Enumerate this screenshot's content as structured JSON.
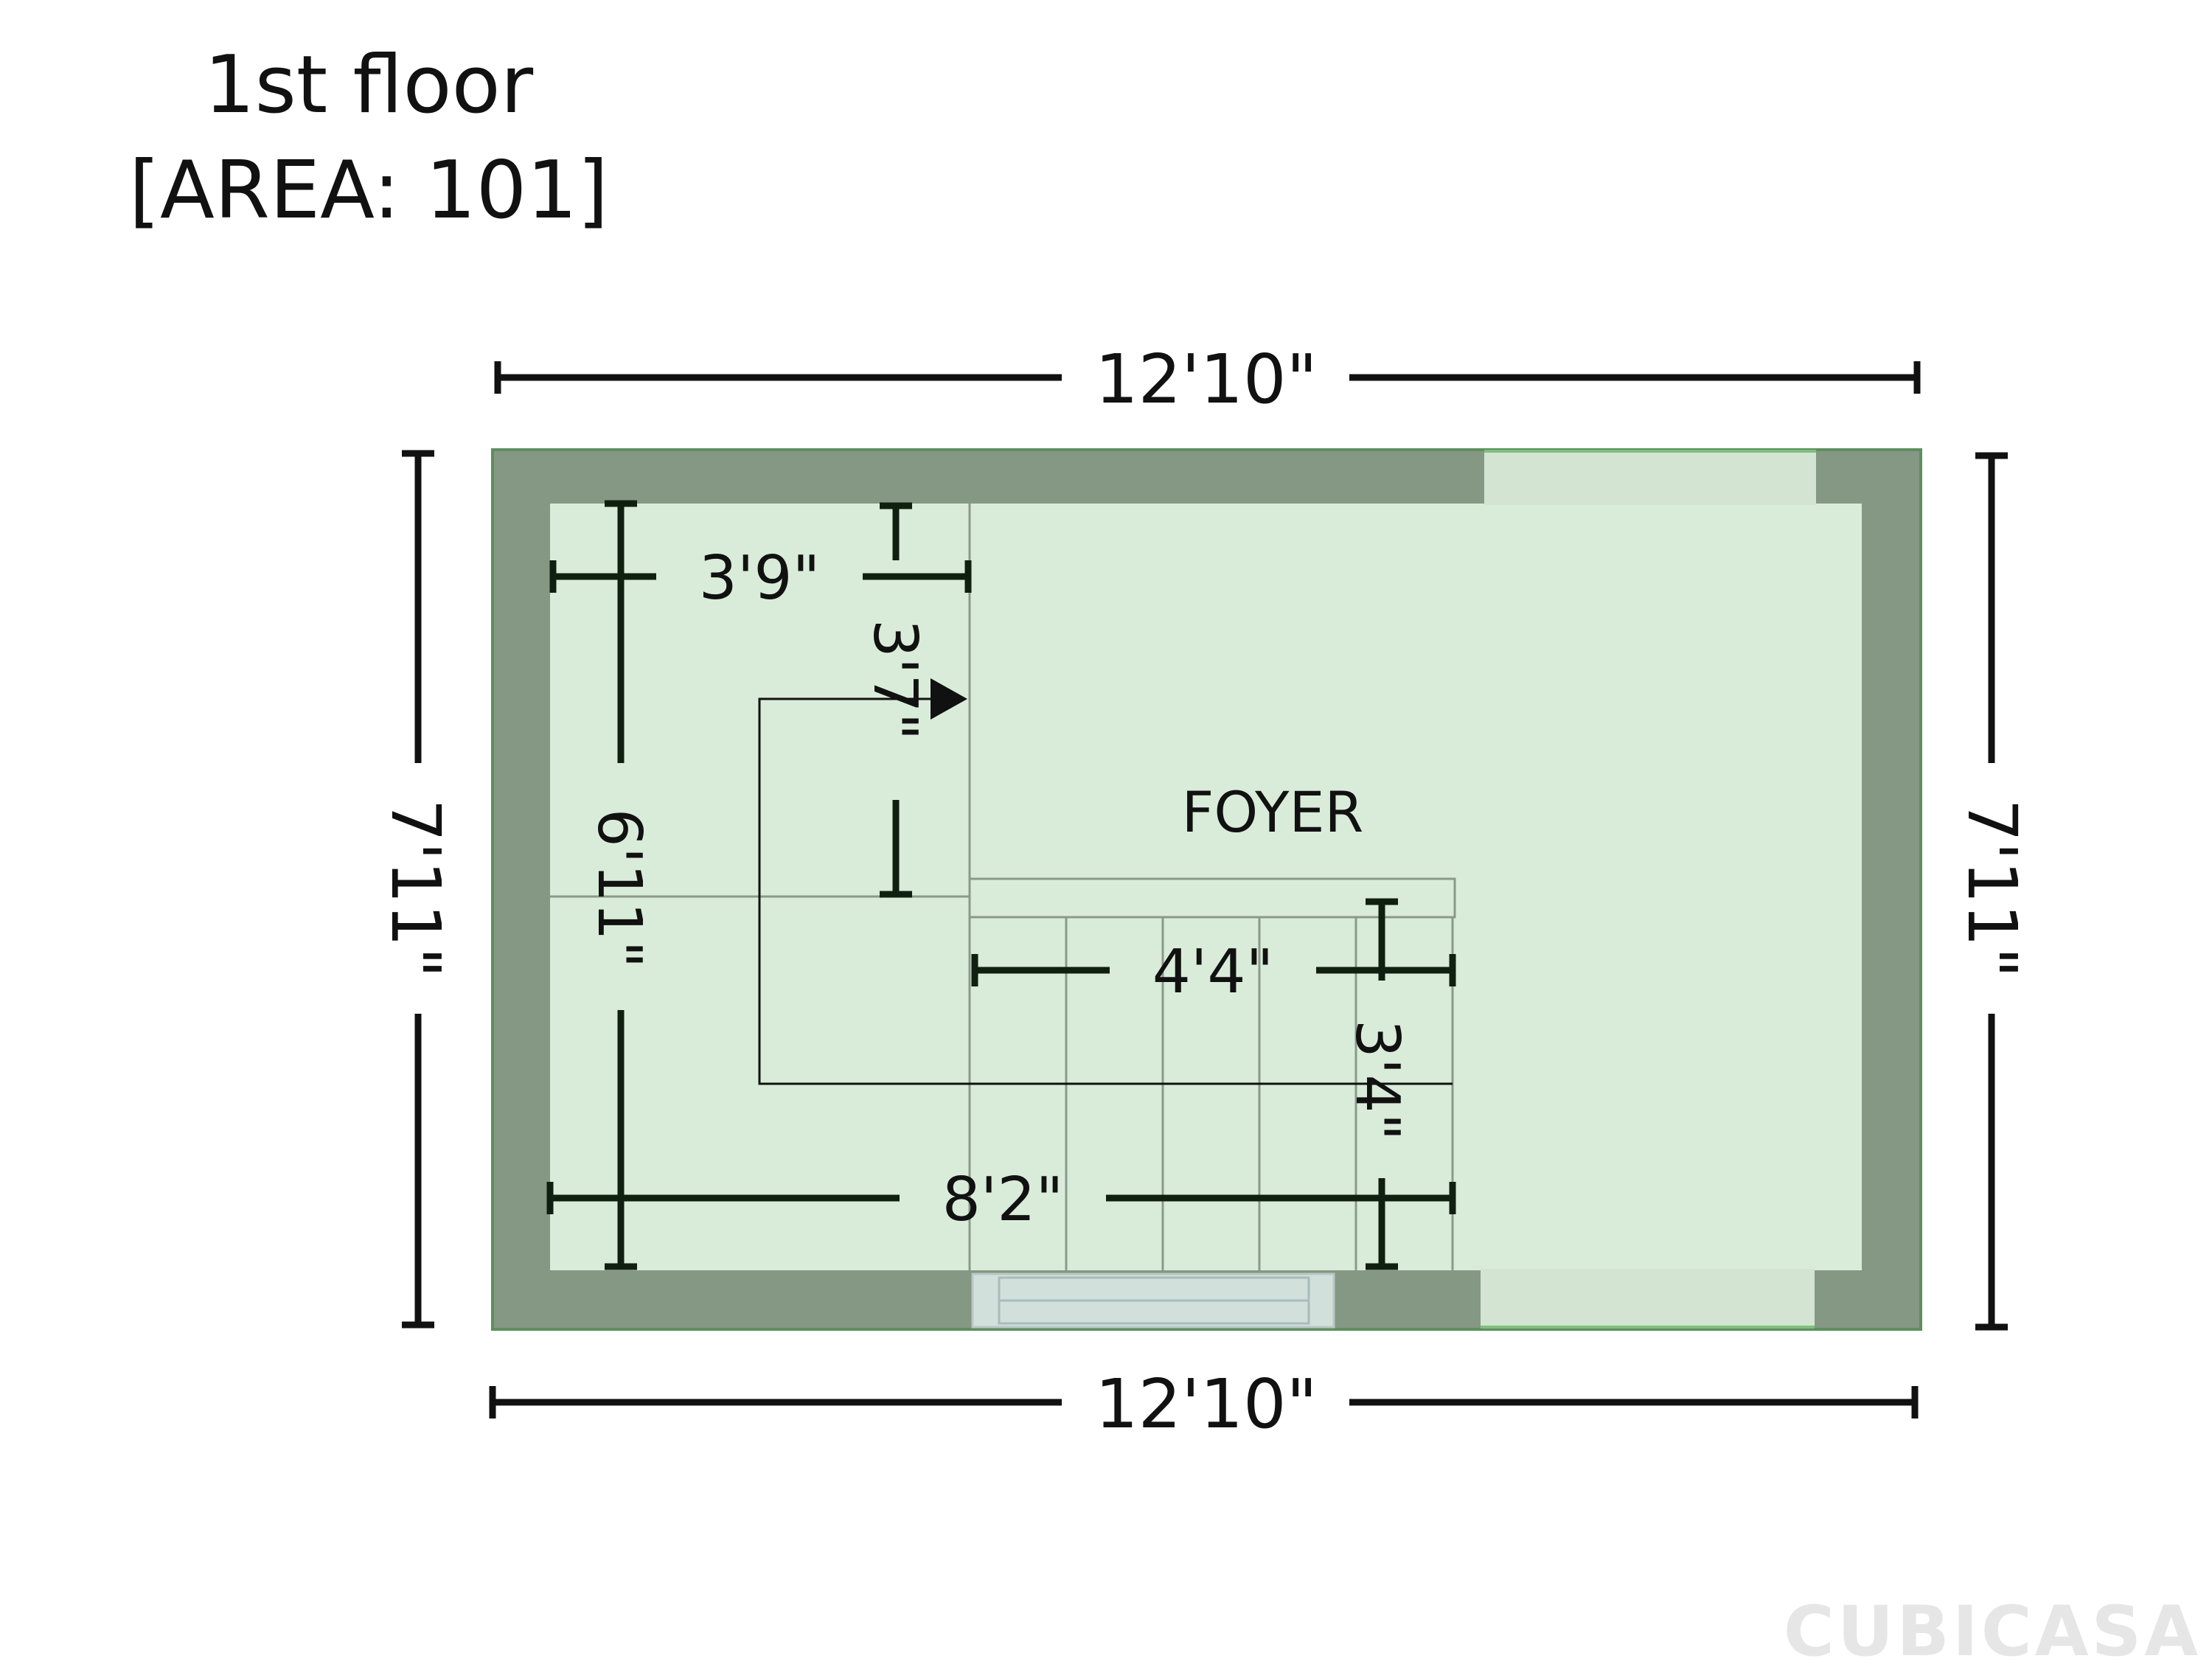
{
  "header": {
    "floor_title": "1st floor",
    "area_label": "[AREA: 101]"
  },
  "rooms": [
    {
      "name": "FOYER"
    }
  ],
  "dimensions": {
    "top_width": "12'10\"",
    "bottom_width": "12'10\"",
    "left_height": "7'11\"",
    "right_height": "7'11\"",
    "closet_width": "3'9\"",
    "closet_depth": "3'7\"",
    "inner_height": "6'11\"",
    "stair_width": "4'4\"",
    "stair_depth": "3'4\"",
    "inner_width": "8'2\""
  },
  "brand": {
    "logo_text": "CUBICASA"
  },
  "colors": {
    "wall": "#849884",
    "floor": "#d9ecd9",
    "opening": "#d3e4d3",
    "door": "#d2e0dc",
    "line": "#111111",
    "fixture_line": "#8a9a8a",
    "logo": "#e6e6e6"
  }
}
